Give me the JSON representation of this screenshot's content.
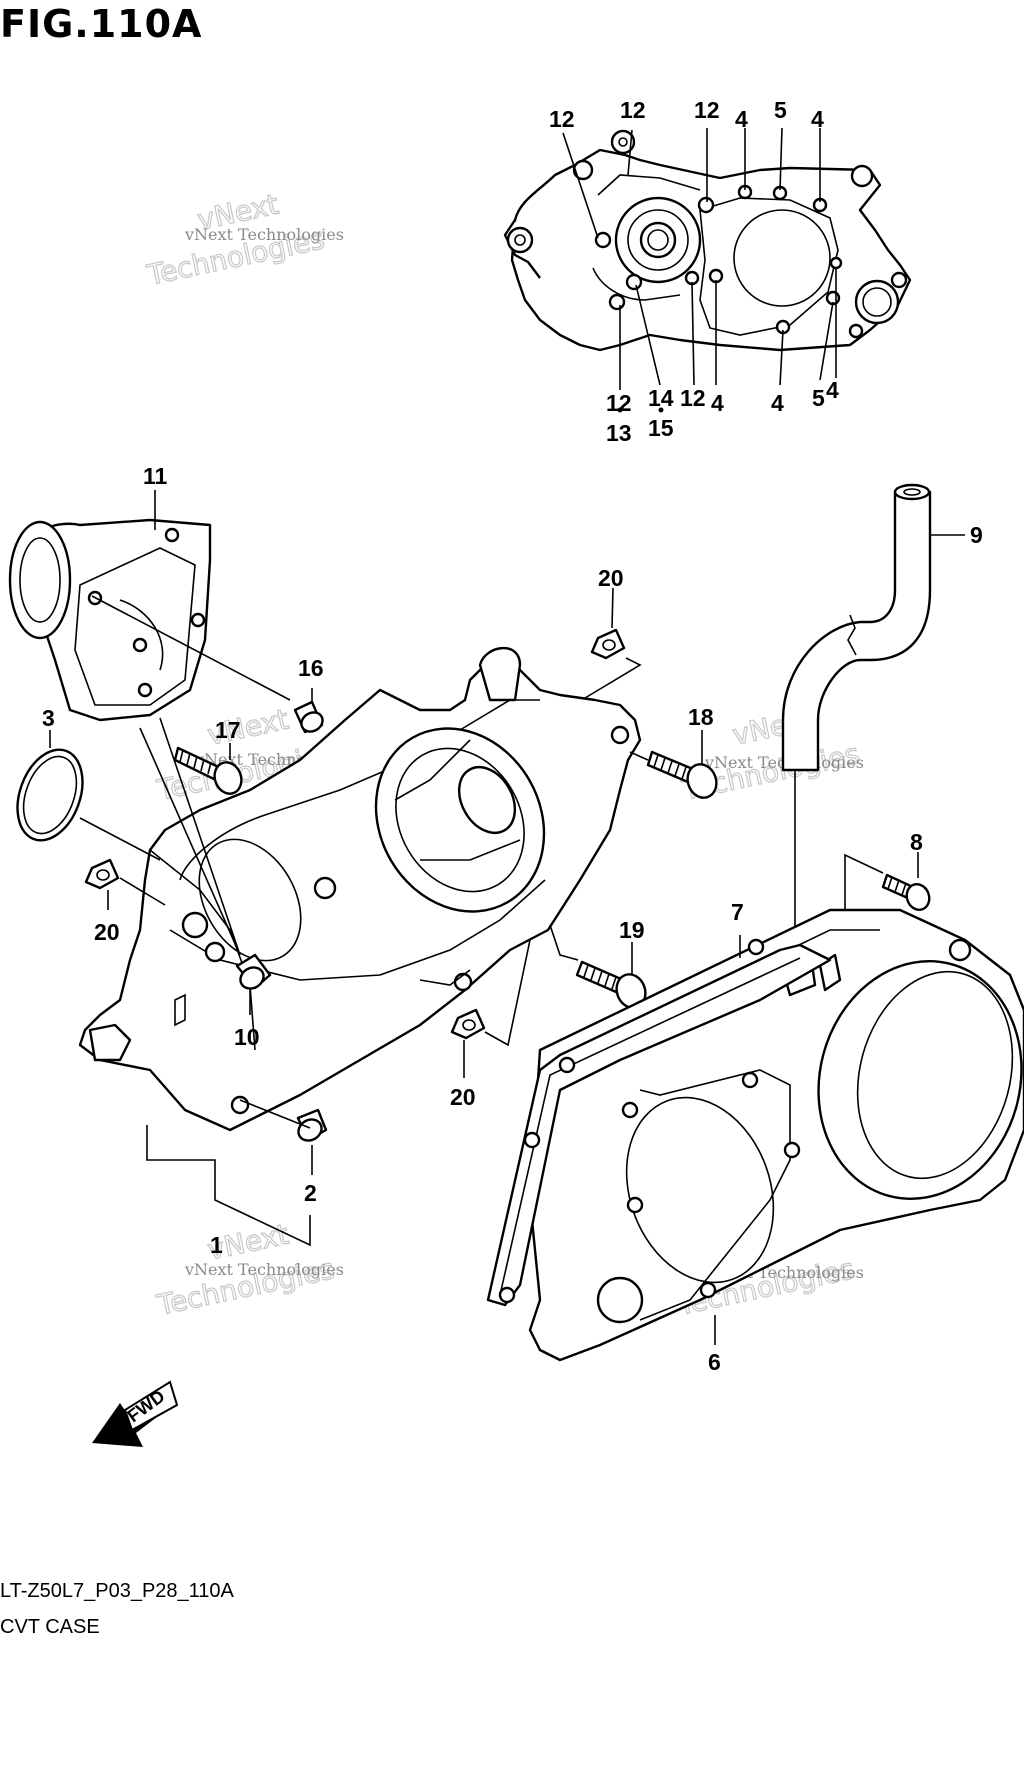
{
  "title": "FIG.110A",
  "footer": {
    "code": "LT-Z50L7_P03_P28_110A",
    "description": "CVT CASE"
  },
  "watermark": {
    "line1": "vNext Technologies",
    "line2": "vNext",
    "line3": "Technologies"
  },
  "fwd_label": "FWD",
  "callouts": {
    "c12a": "12",
    "c12b": "12",
    "c12c": "12",
    "c4a": "4",
    "c5a": "5",
    "c4b": "4",
    "c12d": "12",
    "c13": "13",
    "c14": "14",
    "c15": "15",
    "c12e": "12",
    "c4c": "4",
    "c4d": "4",
    "c5b": "5",
    "c4e": "4",
    "c11": "11",
    "c9": "9",
    "c20a": "20",
    "c16": "16",
    "c17": "17",
    "c18": "18",
    "c3": "3",
    "c8": "8",
    "c20b": "20",
    "c7": "7",
    "c19": "19",
    "c10": "10",
    "c20c": "20",
    "c2": "2",
    "c1": "1",
    "c6": "6"
  }
}
